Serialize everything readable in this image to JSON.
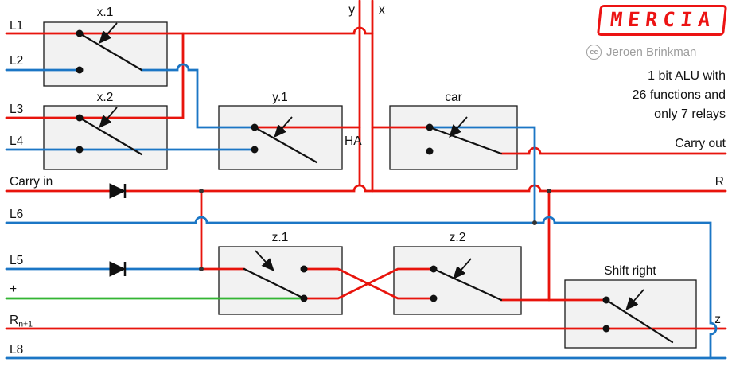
{
  "colors": {
    "wire_red": "#e8140c",
    "wire_blue": "#1b76c5",
    "wire_green": "#33b533",
    "relay_fill": "#f2f2f2",
    "relay_border": "#1a1a1a",
    "logo_red": "#ec1313",
    "credit_gray": "#9d9d9d",
    "text_black": "#111111"
  },
  "logo": {
    "text": "MERCIA"
  },
  "credit": {
    "symbol": "cc",
    "name": "Jeroen Brinkman"
  },
  "tagline": {
    "line1": "1 bit ALU with",
    "line2": "26 functions and",
    "line3": "only 7 relays"
  },
  "terminals": {
    "l1": "L1",
    "l2": "L2",
    "l3": "L3",
    "l4": "L4",
    "carry_in": "Carry in",
    "l6": "L6",
    "l5": "L5",
    "plus": "+",
    "rn1_base": "R",
    "rn1_sub": "n+1",
    "l8": "L8",
    "y": "y",
    "x": "x",
    "carry_out": "Carry out",
    "r": "R",
    "z": "z"
  },
  "relays": {
    "x1": "x.1",
    "x2": "x.2",
    "y1": "y.1",
    "car": "car",
    "z1": "z.1",
    "z2": "z.2",
    "shift_right": "Shift right"
  },
  "annotations": {
    "half_adder": "HA"
  }
}
